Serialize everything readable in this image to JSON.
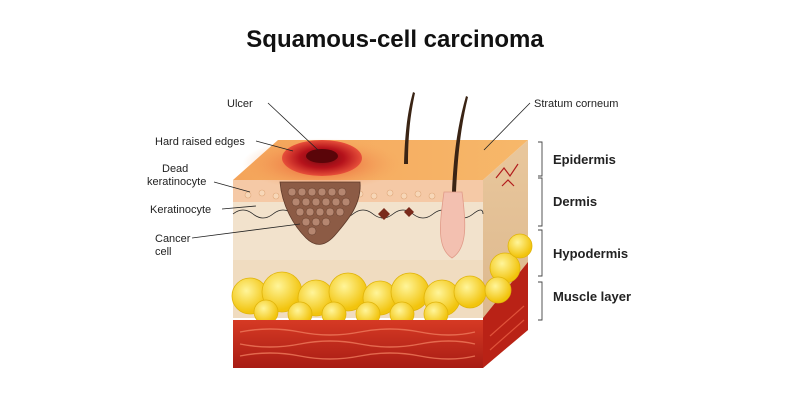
{
  "title": "Squamous-cell carcinoma",
  "labels": {
    "ulcer": "Ulcer",
    "hard_raised_edges": "Hard raised edges",
    "dead_keratinocyte_1": "Dead",
    "dead_keratinocyte_2": "keratinocyte",
    "keratinocyte": "Keratinocyte",
    "cancer_cell_1": "Cancer",
    "cancer_cell_2": "cell",
    "stratum_corneum": "Stratum corneum"
  },
  "layers": {
    "epidermis": "Epidermis",
    "dermis": "Dermis",
    "hypodermis": "Hypodermis",
    "muscle": "Muscle layer"
  },
  "colors": {
    "skin_top": "#f7a25a",
    "ulcer": "#b5121b",
    "dermis_front": "#f2e2cc",
    "epidermis_band": "#f5c9a6",
    "fat": "#f6d21a",
    "muscle": "#c7281b",
    "tumor": "#8c5b45"
  }
}
